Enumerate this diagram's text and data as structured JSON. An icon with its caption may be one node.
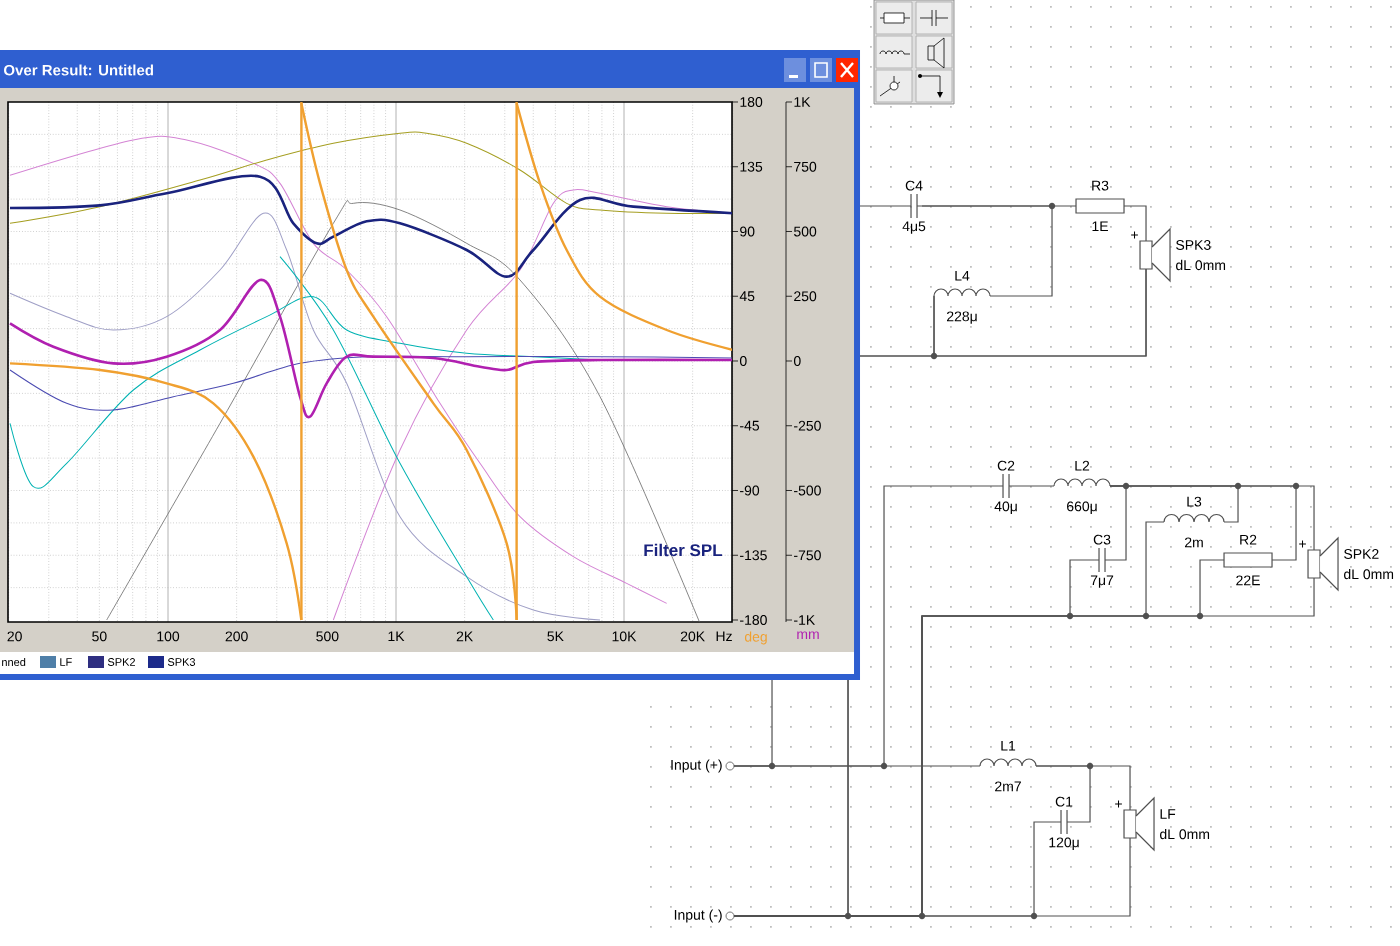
{
  "diagram": {
    "nodes": [
      {
        "text": [
          "C4",
          "4μ5"
        ]
      },
      {
        "text": [
          "R3",
          "1E"
        ]
      },
      {
        "text": [
          "L4",
          "228μ"
        ]
      },
      {
        "text": [
          "SPK3",
          "dL 0mm"
        ],
        "beside": [
          "+"
        ]
      },
      {
        "text": [
          "C2",
          "40μ"
        ]
      },
      {
        "text": [
          "L2",
          "660μ"
        ]
      },
      {
        "text": [
          "C3",
          "7μ7"
        ]
      },
      {
        "text": [
          "L3",
          "2m"
        ]
      },
      {
        "text": [
          "R2",
          "22E"
        ]
      },
      {
        "text": [
          "SPK2",
          "dL 0mm"
        ],
        "beside": [
          "+"
        ]
      },
      {
        "text": [
          "L1",
          "2m7"
        ]
      },
      {
        "text": [
          "C1",
          "120μ"
        ]
      },
      {
        "text": [
          "LF",
          "dL 0mm"
        ],
        "beside": [
          "+"
        ]
      },
      {
        "text": [
          "Input (+)"
        ]
      },
      {
        "text": [
          "Input (-)"
        ]
      }
    ],
    "edges": [
      {
        "from": 13,
        "to": 0,
        "arrow": "none"
      },
      {
        "from": 0,
        "to": 1,
        "arrow": "none"
      },
      {
        "from": 0,
        "to": 2,
        "arrow": "none"
      },
      {
        "from": 1,
        "to": 3,
        "arrow": "none"
      },
      {
        "from": 2,
        "to": 3,
        "arrow": "none"
      },
      {
        "from": 2,
        "to": 14,
        "arrow": "none"
      },
      {
        "from": 3,
        "to": 14,
        "arrow": "none"
      },
      {
        "from": 13,
        "to": 4,
        "arrow": "none"
      },
      {
        "from": 4,
        "to": 5,
        "arrow": "none"
      },
      {
        "from": 5,
        "to": 6,
        "arrow": "none"
      },
      {
        "from": 5,
        "to": 7,
        "arrow": "none"
      },
      {
        "from": 5,
        "to": 8,
        "arrow": "none"
      },
      {
        "from": 5,
        "to": 9,
        "arrow": "none"
      },
      {
        "from": 6,
        "to": 14,
        "arrow": "none"
      },
      {
        "from": 7,
        "to": 14,
        "arrow": "none"
      },
      {
        "from": 8,
        "to": 14,
        "arrow": "none"
      },
      {
        "from": 9,
        "to": 14,
        "arrow": "none"
      },
      {
        "from": 13,
        "to": 10,
        "arrow": "none"
      },
      {
        "from": 10,
        "to": 11,
        "arrow": "none"
      },
      {
        "from": 10,
        "to": 12,
        "arrow": "none"
      },
      {
        "from": 11,
        "to": 14,
        "arrow": "none"
      },
      {
        "from": 12,
        "to": 14,
        "arrow": "none"
      }
    ],
    "labels": [
      "Over Result: Untitled",
      "180",
      "1K",
      "135",
      "750",
      "90",
      "500",
      "45",
      "250",
      "0",
      "0",
      "-45",
      "-250",
      "-90",
      "-500",
      "-135",
      "-750",
      "-180",
      "-1K",
      "Filter SPL",
      "20",
      "50",
      "100",
      "200",
      "500",
      "1K",
      "2K",
      "5K",
      "10K",
      "20K",
      "Hz",
      "deg",
      "mm",
      "nned"
    ],
    "legend": [
      {
        "text": "LF",
        "color": "#4f7fa8"
      },
      {
        "text": "SPK2",
        "color": "#2e2e80"
      },
      {
        "text": "SPK3",
        "color": "#1c2a8a"
      }
    ]
  }
}
